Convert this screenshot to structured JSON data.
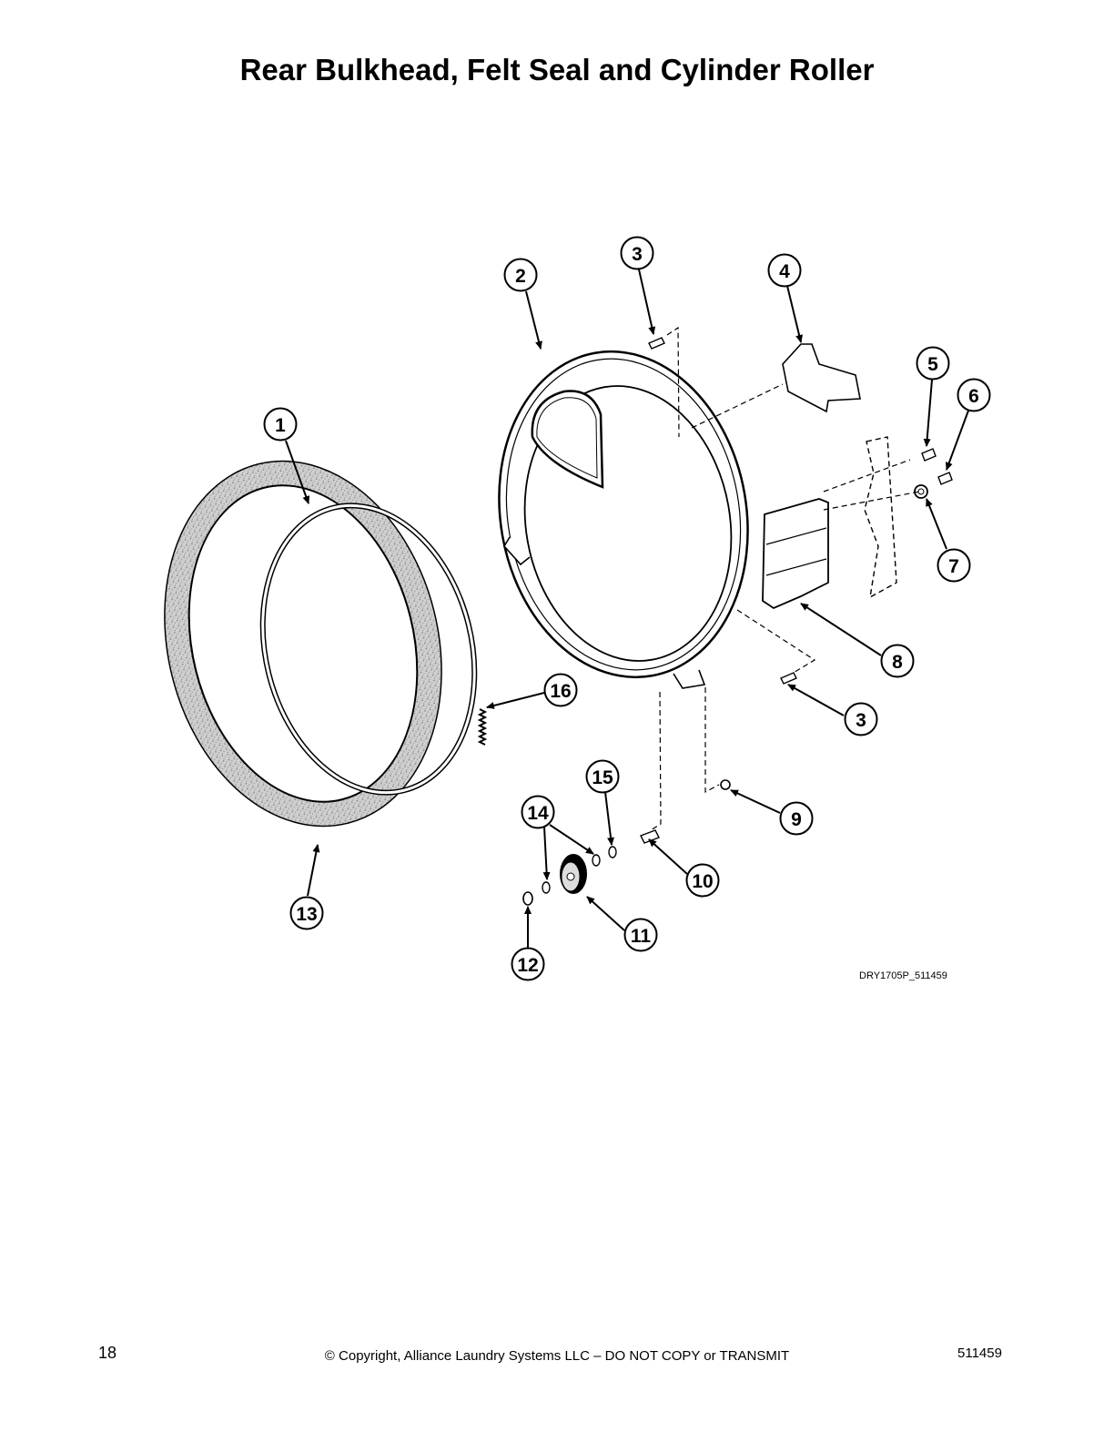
{
  "page": {
    "title": "Rear Bulkhead, Felt Seal and Cylinder Roller",
    "figure_code": "DRY1705P_511459",
    "page_number": "18",
    "copyright": "© Copyright, Alliance Laundry Systems LLC – DO NOT COPY or TRANSMIT",
    "document_number": "511459"
  },
  "callouts": [
    {
      "id": "c1",
      "number": "1"
    },
    {
      "id": "c2",
      "number": "2"
    },
    {
      "id": "c3a",
      "number": "3"
    },
    {
      "id": "c3b",
      "number": "3"
    },
    {
      "id": "c4",
      "number": "4"
    },
    {
      "id": "c5",
      "number": "5"
    },
    {
      "id": "c6",
      "number": "6"
    },
    {
      "id": "c7",
      "number": "7"
    },
    {
      "id": "c8",
      "number": "8"
    },
    {
      "id": "c9",
      "number": "9"
    },
    {
      "id": "c10",
      "number": "10"
    },
    {
      "id": "c11",
      "number": "11"
    },
    {
      "id": "c12",
      "number": "12"
    },
    {
      "id": "c13",
      "number": "13"
    },
    {
      "id": "c14",
      "number": "14"
    },
    {
      "id": "c15",
      "number": "15"
    },
    {
      "id": "c16",
      "number": "16"
    }
  ]
}
